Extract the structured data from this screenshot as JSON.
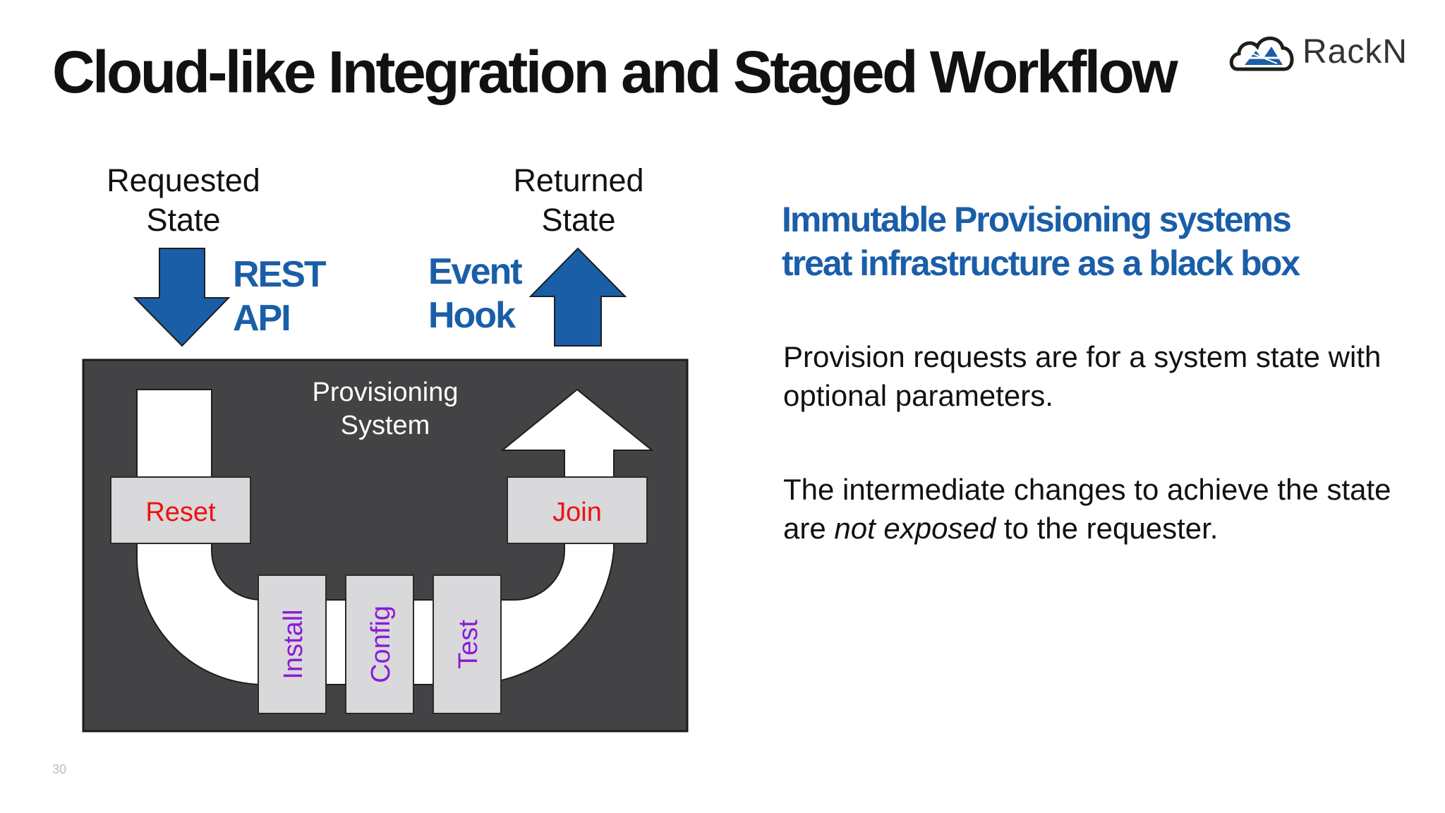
{
  "slide": {
    "title": "Cloud-like Integration and Staged Workflow",
    "page_number": "30"
  },
  "logo": {
    "brand": "RackN",
    "icon": "cloud-icon"
  },
  "diagram": {
    "requested_state": [
      "Requested",
      "State"
    ],
    "returned_state": [
      "Returned",
      "State"
    ],
    "rest_api": [
      "REST",
      "API"
    ],
    "event_hook": [
      "Event",
      "Hook"
    ],
    "system_label": [
      "Provisioning",
      "System"
    ],
    "stages": {
      "reset": "Reset",
      "install": "Install",
      "config": "Config",
      "test": "Test",
      "join": "Join"
    },
    "colors": {
      "arrow_blue": "#1a5ea8",
      "box_dark": "#434244",
      "stage_box": "#d9d8da",
      "reset_join_text": "#ee1111",
      "stage_text": "#8a1bd6"
    }
  },
  "right": {
    "heading": [
      "Immutable Provisioning systems",
      "treat infrastructure as a black box"
    ],
    "para1": "Provision requests are for a system state with optional parameters.",
    "para2_before": "The intermediate changes to achieve the state are ",
    "para2_em": "not exposed",
    "para2_after": " to the requester."
  }
}
